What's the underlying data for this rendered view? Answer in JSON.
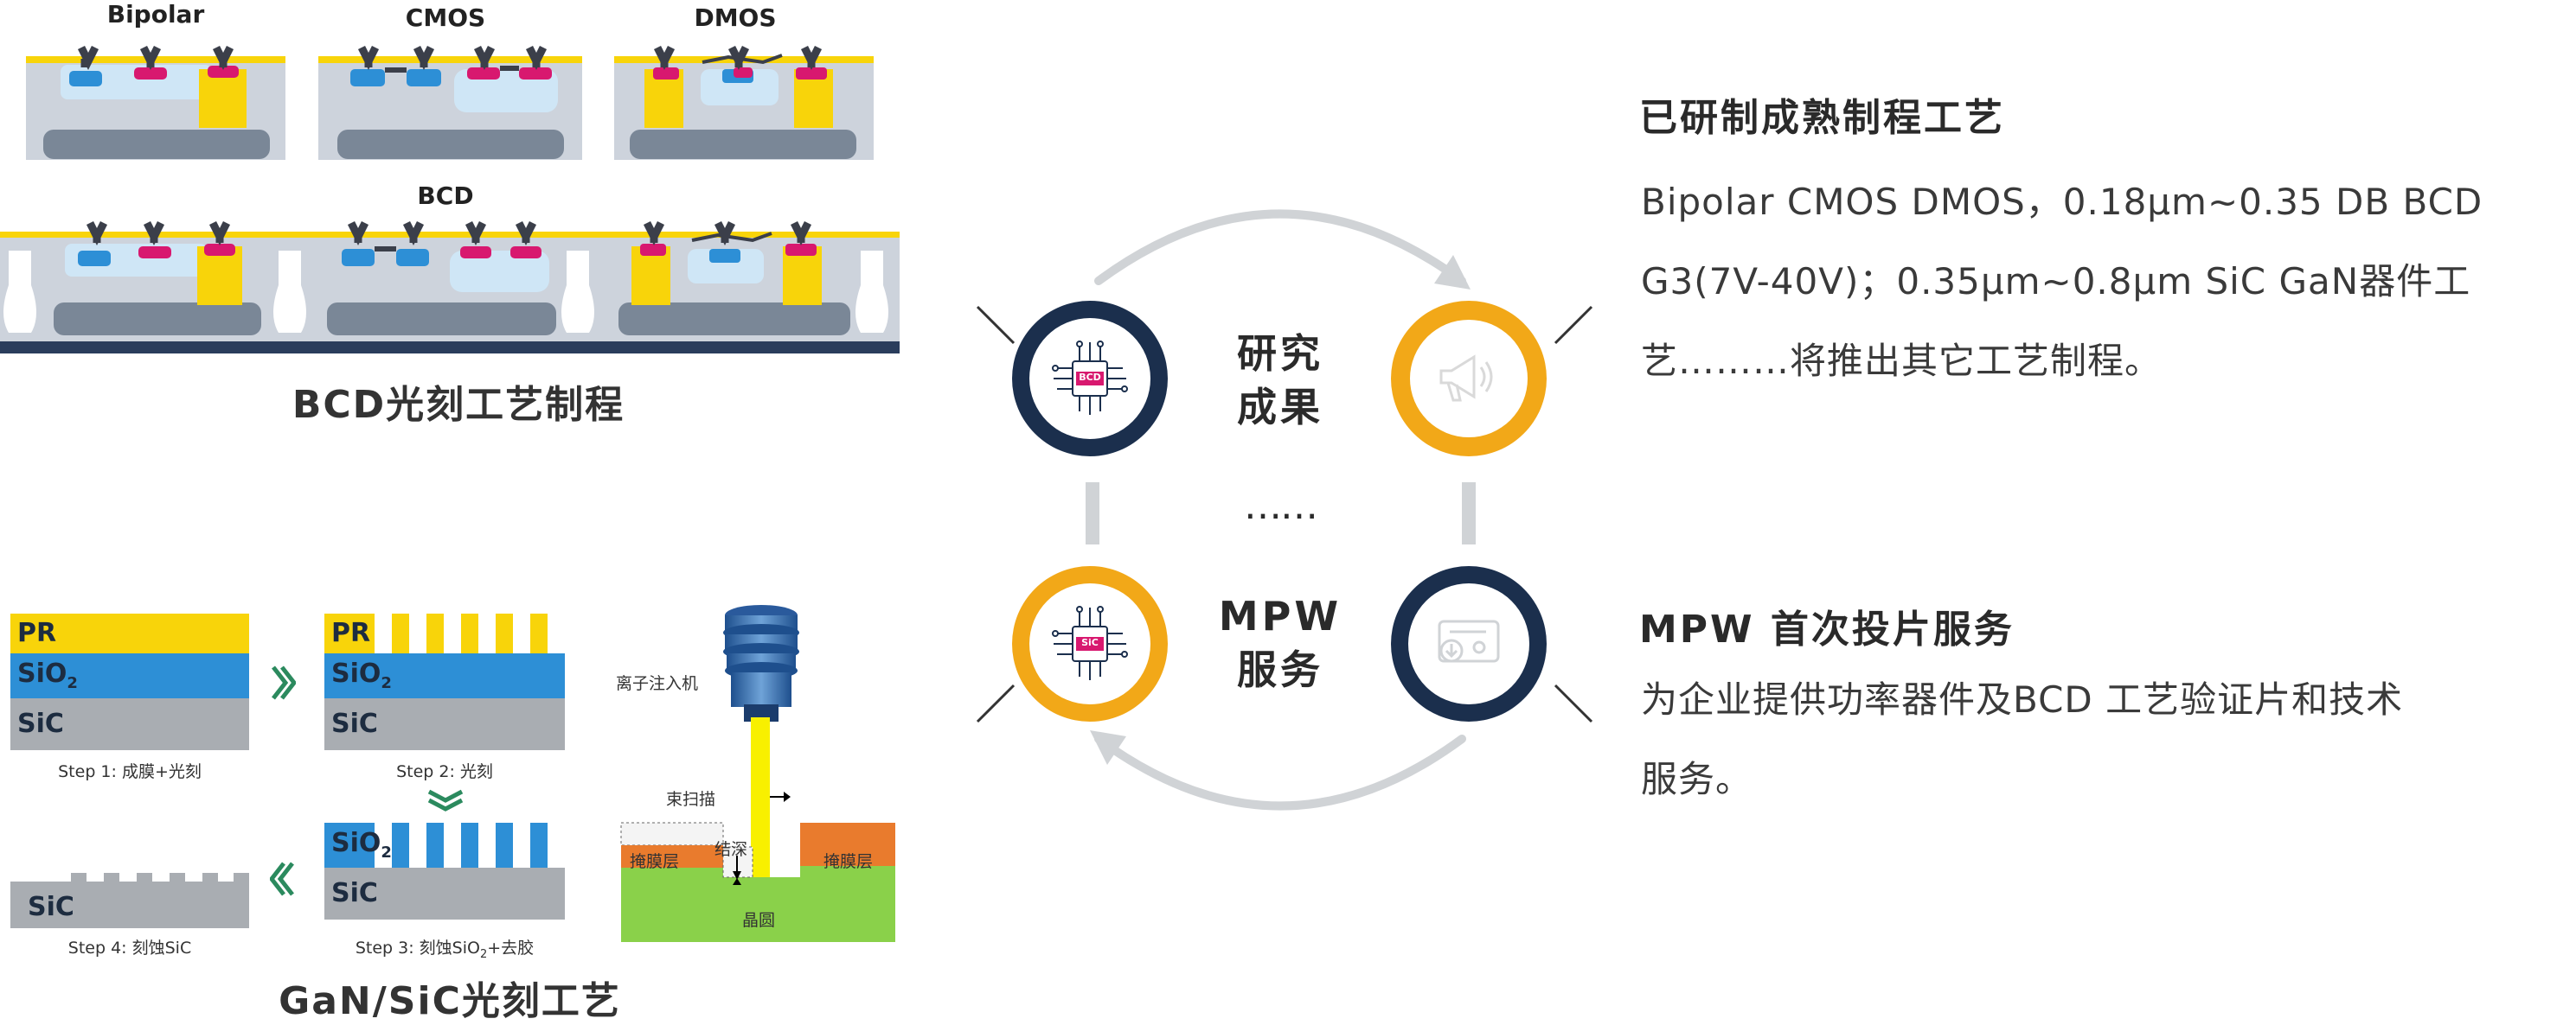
{
  "bcd": {
    "labels": {
      "bipolar": "Bipolar",
      "cmos": "CMOS",
      "dmos": "DMOS",
      "bcd": "BCD"
    },
    "title": "BCD光刻工艺制程"
  },
  "sic": {
    "layers": {
      "pr": "PR",
      "sio2": "SiO",
      "sio2_sub": "2",
      "sic": "SiC"
    },
    "steps": {
      "step1": "Step 1: 成膜+光刻",
      "step2": "Step 2: 光刻",
      "step3": "Step 3: 刻蚀SiO",
      "step3_sub": "2",
      "step3_tail": "+去胶",
      "step4": "Step 4: 刻蚀SiC"
    },
    "implant": {
      "machine": "离子注入机",
      "beam": "束扫描",
      "junction": "结深",
      "mask_left": "掩膜层",
      "mask_right": "掩膜层",
      "wafer": "晶圆"
    },
    "title": "GaN/SiC光刻工艺"
  },
  "cycle": {
    "top_label_1": "研究",
    "top_label_2": "成果",
    "bottom_label_1": "MPW",
    "bottom_label_2": "服务",
    "dots": "……",
    "chip_bcd": "BCD",
    "chip_sic": "SiC"
  },
  "right": {
    "section1_title": "已研制成熟制程工艺",
    "section1_line1": "Bipolar  CMOS DMOS，0.18μm~0.35 DB BCD",
    "section1_line2": "G3(7V-40V)；0.35μm~0.8μm SiC GaN器件工",
    "section1_line3": "艺………将推出其它工艺制程。",
    "section2_title": "MPW 首次投片服务",
    "section2_line1": "为企业提供功率器件及BCD 工艺验证片和技术",
    "section2_line2": "服务。"
  },
  "colors": {
    "navy": "#1b2f4d",
    "orange": "#f2a818",
    "yellow": "#f8d40a",
    "blue": "#2d8fd6",
    "magenta": "#d8186f",
    "gray_light": "#cdd3dc",
    "gray_dark": "#7a8797",
    "green": "#8ad14a",
    "mask_orange": "#e97b2d"
  },
  "icons": [
    "chip-icon",
    "megaphone-icon",
    "chip-icon",
    "download-card-icon",
    "chevron-right-icon",
    "chevron-down-icon",
    "chevron-left-icon",
    "arrow-right-icon"
  ]
}
